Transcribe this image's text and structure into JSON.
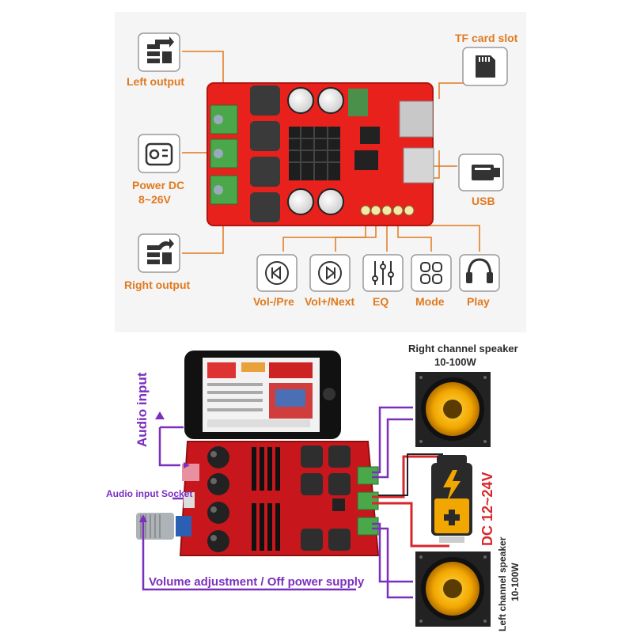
{
  "top": {
    "left_output": "Left output",
    "power_dc": "Power DC",
    "power_range": "8~26V",
    "right_output": "Right output",
    "tf_card": "TF card slot",
    "usb": "USB",
    "buttons": [
      {
        "label": "Vol-/Pre",
        "icon": "prev-icon"
      },
      {
        "label": "Vol+/Next",
        "icon": "next-icon"
      },
      {
        "label": "EQ",
        "icon": "eq-icon"
      },
      {
        "label": "Mode",
        "icon": "mode-icon"
      },
      {
        "label": "Play",
        "icon": "headphones-icon"
      }
    ],
    "board_color": "#e8211d",
    "label_color": "#e07a1f"
  },
  "bottom": {
    "audio_input": "Audio input",
    "audio_socket": "Audio input Socket",
    "volume": "Volume adjustment / Off power supply",
    "right_speaker": "Right channel speaker",
    "right_speaker_power": "10-100W",
    "left_speaker": "Left channel speaker",
    "left_speaker_power": "10-100W",
    "dc_range": "DC 12~24V",
    "wire_purple": "#7b2fbf",
    "wire_red": "#d9262a",
    "wire_black": "#222222"
  }
}
